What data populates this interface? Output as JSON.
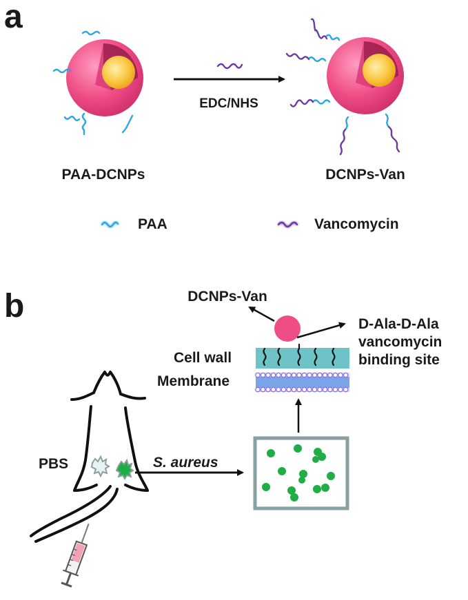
{
  "panel_a": {
    "letter": "a",
    "reagent": "EDC/NHS",
    "left_particle_label": "PAA-DCNPs",
    "right_particle_label": "DCNPs-Van",
    "legend": [
      {
        "label": "PAA",
        "color": "#29a9df"
      },
      {
        "label": "Vancomycin",
        "color": "#6b3aa0"
      }
    ]
  },
  "panel_b": {
    "letter": "b",
    "nanoparticle_label": "DCNPs-Van",
    "binding_site_line1": "D-Ala-D-Ala",
    "binding_site_line2": "vancomycin",
    "binding_site_line3": "binding site",
    "cell_wall_label": "Cell wall",
    "membrane_label": "Membrane",
    "pbs_label": "PBS",
    "bacteria_label": "S. aureus"
  },
  "colors": {
    "particle": "#ef4d86",
    "core": "#f6b82a",
    "paa": "#29a9df",
    "vancomycin": "#6b3aa0",
    "cell_wall": "#6ec3c7",
    "membrane": "#8a73e8",
    "bacteria": "#1fae45",
    "box": "#8aa0a0"
  }
}
